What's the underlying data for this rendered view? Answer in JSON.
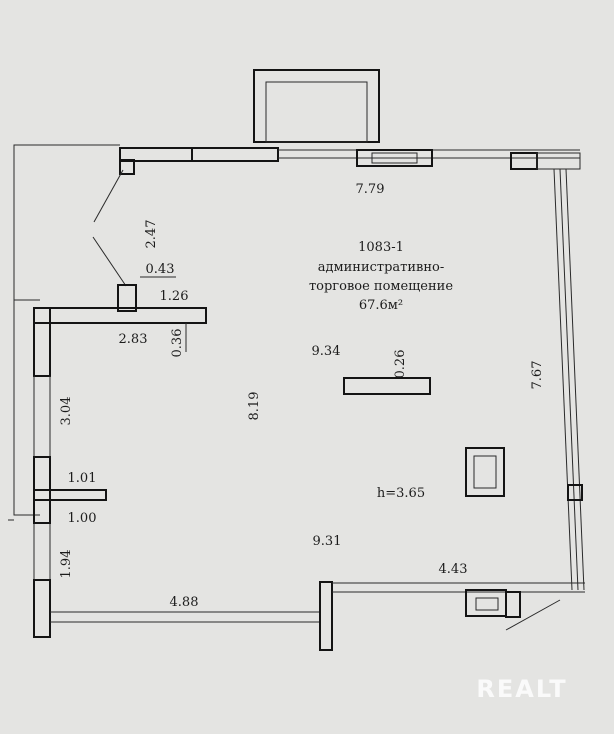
{
  "room": {
    "number": "1083-1",
    "name_line1": "административно-",
    "name_line2": "торговое помещение",
    "area": "67.6м²",
    "height": "h=3.65"
  },
  "dimensions": {
    "top_wall": "7.79",
    "right_wall": "7.67",
    "inner_width_top": "9.34",
    "inner_width_bottom": "9.31",
    "inner_height": "8.19",
    "bottom_left": "4.88",
    "bottom_right": "4.43",
    "diag_2_47": "2.47",
    "col_0_43": "0.43",
    "wall_1_26": "1.26",
    "wall_2_83": "2.83",
    "wall_0_36": "0.36",
    "beam_0_26": "0.26",
    "left_3_04": "3.04",
    "left_1_01": "1.01",
    "left_1_00": "1.00",
    "left_1_94": "1.94"
  },
  "watermark": "REALT"
}
